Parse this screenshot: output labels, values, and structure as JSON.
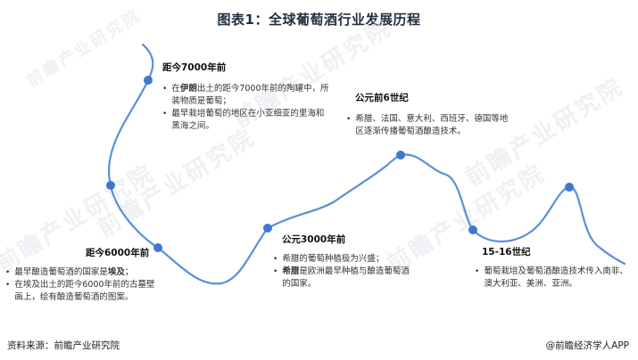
{
  "title": "图表1：全球葡萄酒行业发展历程",
  "watermark": "前瞻产业研究院",
  "milestones": [
    {
      "label": "距今7000年前",
      "items": [
        {
          "pre": "在",
          "bold": "伊朗",
          "post": "出土的距今7000年前的陶罐中，所装物质是葡萄；"
        },
        {
          "pre": "最早栽培葡萄的地区在小亚细亚的里海和黑海之间。",
          "bold": "",
          "post": ""
        }
      ]
    },
    {
      "label": "距今6000年前",
      "items": [
        {
          "pre": "最早酿造葡萄酒的国家是",
          "bold": "埃及",
          "post": "；"
        },
        {
          "pre": "在埃及出土的距今6000年前的古墓壁画上，绘有酿造葡萄酒的图案。",
          "bold": "",
          "post": ""
        }
      ]
    },
    {
      "label": "公元3000年前",
      "items": [
        {
          "pre": "希腊的葡萄种植极为兴盛；",
          "bold": "",
          "post": ""
        },
        {
          "pre": "",
          "bold": "希腊",
          "post": "是欧洲最早种植与酿造葡萄酒的国家。"
        }
      ]
    },
    {
      "label": "公元前6世纪",
      "items": [
        {
          "pre": "希腊、法国、意大利、西班牙、德国等地区逐渐传播葡萄酒酿造技术。",
          "bold": "",
          "post": ""
        }
      ]
    },
    {
      "label": "15-16世纪",
      "items": [
        {
          "pre": "葡萄栽培及葡萄酒酿造技术传入南非、澳大利亚、美洲、亚洲。",
          "bold": "",
          "post": ""
        }
      ]
    }
  ],
  "footer": {
    "source": "资料来源：前瞻产业研究院",
    "brand": "@前瞻经济学人APP"
  },
  "colors": {
    "curve": "#5b8fd6",
    "node": "#3f78d1"
  }
}
